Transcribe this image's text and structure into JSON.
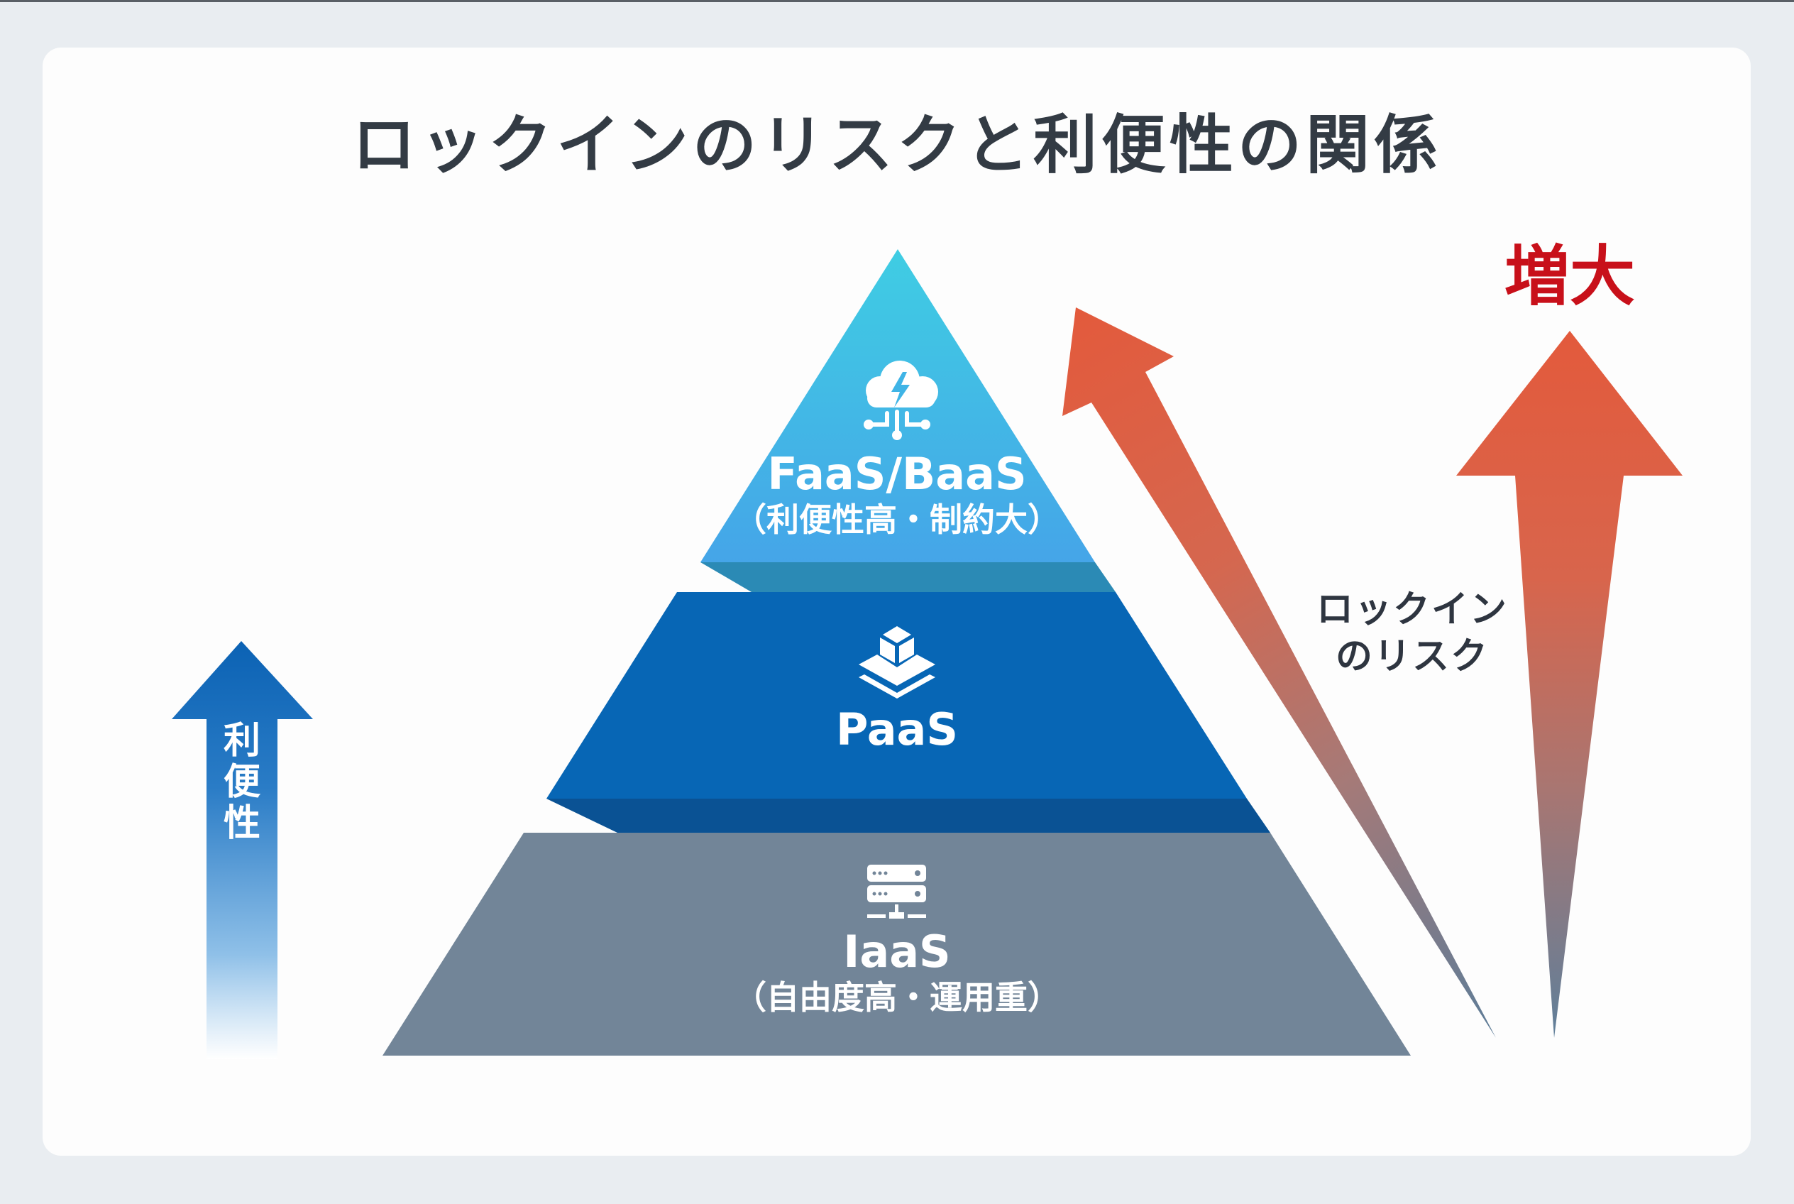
{
  "title": "ロックインのリスクと利便性の関係",
  "pyramid": {
    "tiers": [
      {
        "name": "FaaS/BaaS",
        "subtitle": "（利便性高・制約大）",
        "icon": "cloud-lightning-icon",
        "color": "#3fb0e8"
      },
      {
        "name": "PaaS",
        "subtitle": "",
        "icon": "layered-cube-icon",
        "color": "#0766b5"
      },
      {
        "name": "IaaS",
        "subtitle": "（自由度高・運用重）",
        "icon": "server-network-icon",
        "color": "#728598"
      }
    ]
  },
  "convenience_arrow": {
    "label_chars": [
      "利",
      "便",
      "性"
    ],
    "color": "#0b62b4"
  },
  "risk_arrows": {
    "label_line1": "ロックイン",
    "label_line2": "のリスク",
    "increase_label": "増大",
    "arrow_color": "#e35a3c",
    "increase_color": "#c8101a"
  }
}
